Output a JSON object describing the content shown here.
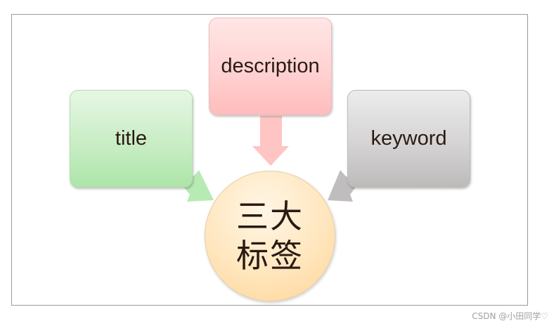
{
  "diagram": {
    "nodes": {
      "title": "title",
      "description": "description",
      "keyword": "keyword",
      "center": "三大标签"
    },
    "colors": {
      "title_box": "#c9edc5",
      "description_box": "#ffd2d2",
      "keyword_box": "#d5d3d3",
      "center_circle": "#ffe6bd",
      "arrow_green": "#b8eab4",
      "arrow_pink": "#ffc4c4",
      "arrow_gray": "#bfbdbd"
    }
  },
  "watermark": "CSDN @小田同学♡"
}
